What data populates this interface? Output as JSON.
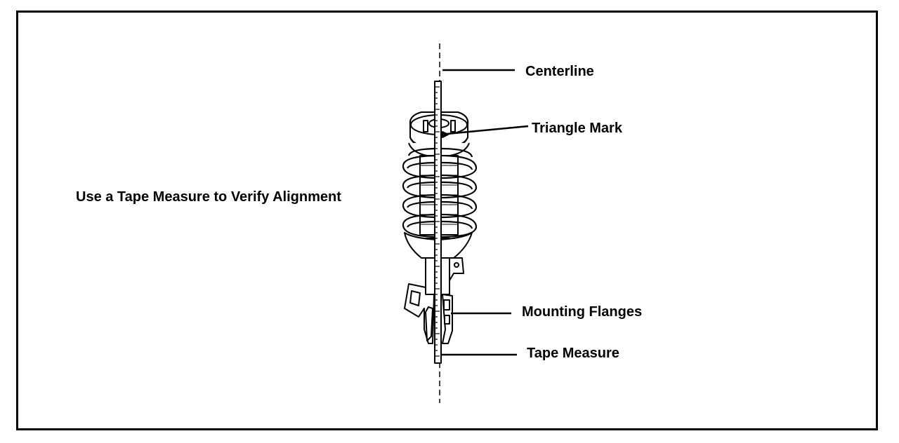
{
  "diagram": {
    "caption": "Use a Tape Measure to Verify Alignment",
    "callouts": {
      "centerline": "Centerline",
      "triangle_mark": "Triangle Mark",
      "mounting_flanges": "Mounting Flanges",
      "tape_measure": "Tape Measure"
    }
  }
}
